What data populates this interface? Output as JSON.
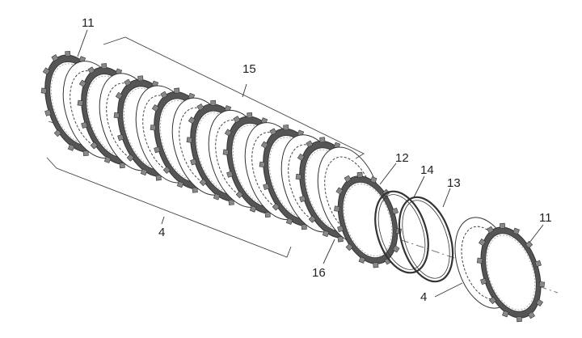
{
  "callouts": {
    "c11_top": "11",
    "c15": "15",
    "c4_left": "4",
    "c12": "12",
    "c14": "14",
    "c13": "13",
    "c16": "16",
    "c4_right": "4",
    "c11_right": "11"
  },
  "colors": {
    "line": "#333333",
    "fill_dark": "#555555",
    "fill_light": "#ffffff"
  }
}
